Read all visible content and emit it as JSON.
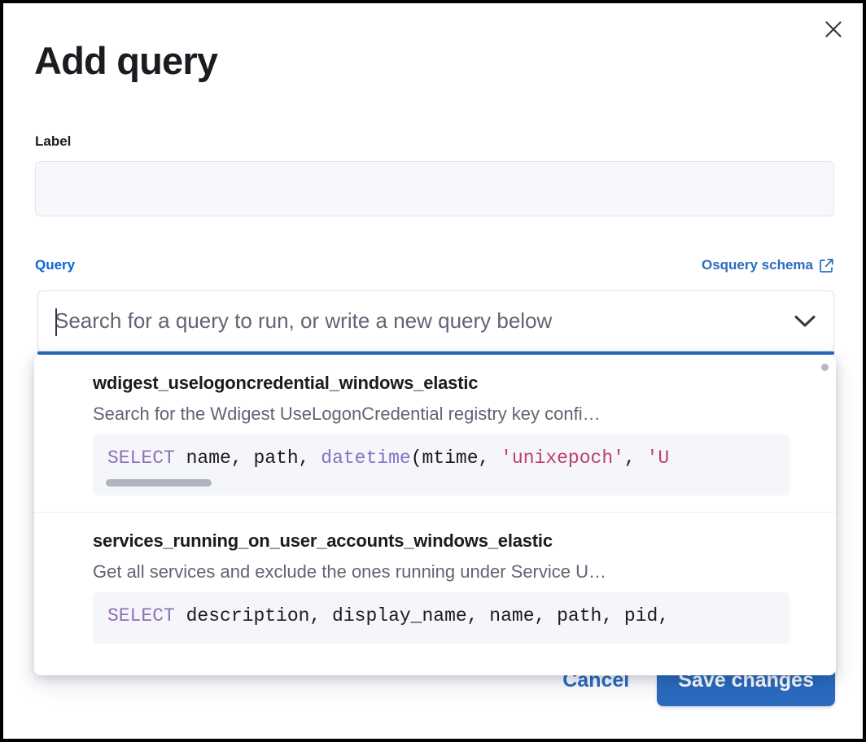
{
  "modal": {
    "title": "Add query",
    "close_icon": "close-icon"
  },
  "label_field": {
    "label": "Label",
    "value": "",
    "placeholder": ""
  },
  "query_field": {
    "label": "Query",
    "schema_link_text": "Osquery schema",
    "schema_link_icon": "external-link-icon",
    "combobox_value": "",
    "combobox_placeholder": "Search for a query to run, or write a new query below",
    "chevron_icon": "chevron-down-icon"
  },
  "dropdown": {
    "options": [
      {
        "title": "wdigest_uselogoncredential_windows_elastic",
        "description": "Search for the Wdigest UseLogonCredential registry key confi…",
        "sql": {
          "parts": [
            {
              "text": "SELECT",
              "token": "keyword"
            },
            {
              "text": " name, path, ",
              "token": "plain"
            },
            {
              "text": "datetime",
              "token": "function"
            },
            {
              "text": "(mtime, ",
              "token": "plain"
            },
            {
              "text": "'unixepoch'",
              "token": "string"
            },
            {
              "text": ", ",
              "token": "plain"
            },
            {
              "text": "'U",
              "token": "string"
            }
          ]
        },
        "has_scrollbar": true
      },
      {
        "title": "services_running_on_user_accounts_windows_elastic",
        "description": "Get all services and exclude the ones running under Service U…",
        "sql": {
          "parts": [
            {
              "text": "SELECT",
              "token": "keyword"
            },
            {
              "text": " description, display_name, name, path, pid,",
              "token": "plain"
            }
          ]
        },
        "has_scrollbar": false
      }
    ]
  },
  "footer": {
    "cancel_label": "Cancel",
    "save_label": "Save changes"
  },
  "colors": {
    "accent_blue": "#2a6bc0",
    "link_blue": "#0b64dd",
    "text_dark": "#1a1c21",
    "text_muted": "#5f6573",
    "code_bg": "#f5f6fa",
    "input_bg": "#f7f8fc",
    "keyword_purple": "#9170b8",
    "string_red": "#bd4069"
  }
}
